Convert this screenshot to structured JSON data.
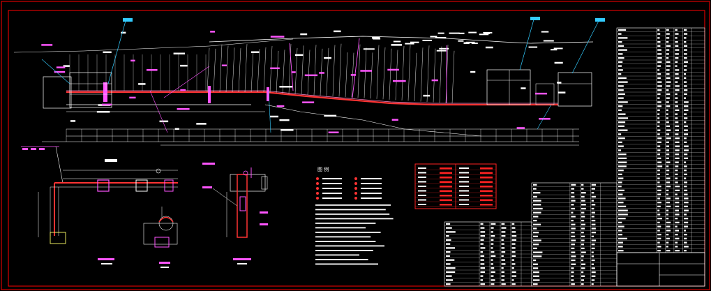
{
  "colors": {
    "background": "#000000",
    "border": "#ff0000",
    "line": "#ffffff",
    "pipe": "#ff3333",
    "pipe_core": "#ff88cc",
    "label_box": "#ff55ff",
    "callout": "#33ccff",
    "highlight": "#ff00ff",
    "legend_fill": "#ff2222",
    "table_line": "#ffffff"
  },
  "icons": {
    "north-arrow": "compass-icon",
    "title-block": "title-block-icon"
  },
  "drawing": {
    "legend_title": "图 例",
    "profile_sections": 4,
    "detail_views": 3
  }
}
